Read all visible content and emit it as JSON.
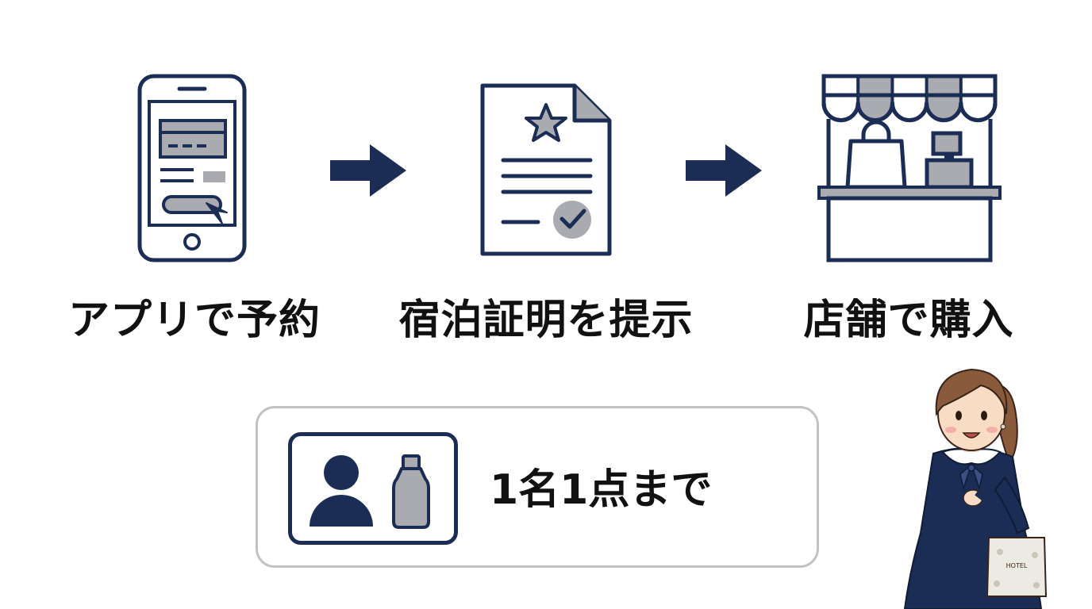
{
  "colors": {
    "navy": "#1b2d55",
    "gray": "#a9abb0",
    "light_gray": "#c2c2c2",
    "text": "#111111"
  },
  "steps": [
    {
      "label": "アプリで予約",
      "icon": "smartphone-reservation-icon"
    },
    {
      "label": "宿泊証明を提示",
      "icon": "certificate-document-icon"
    },
    {
      "label": "店舗で購入",
      "icon": "shop-stall-icon"
    }
  ],
  "limit": {
    "text": "1名1点まで",
    "icons": [
      "person-icon",
      "bottle-icon"
    ]
  },
  "illustration": {
    "icon": "shopping-woman-illustration",
    "bag_text": "HOTEL"
  }
}
